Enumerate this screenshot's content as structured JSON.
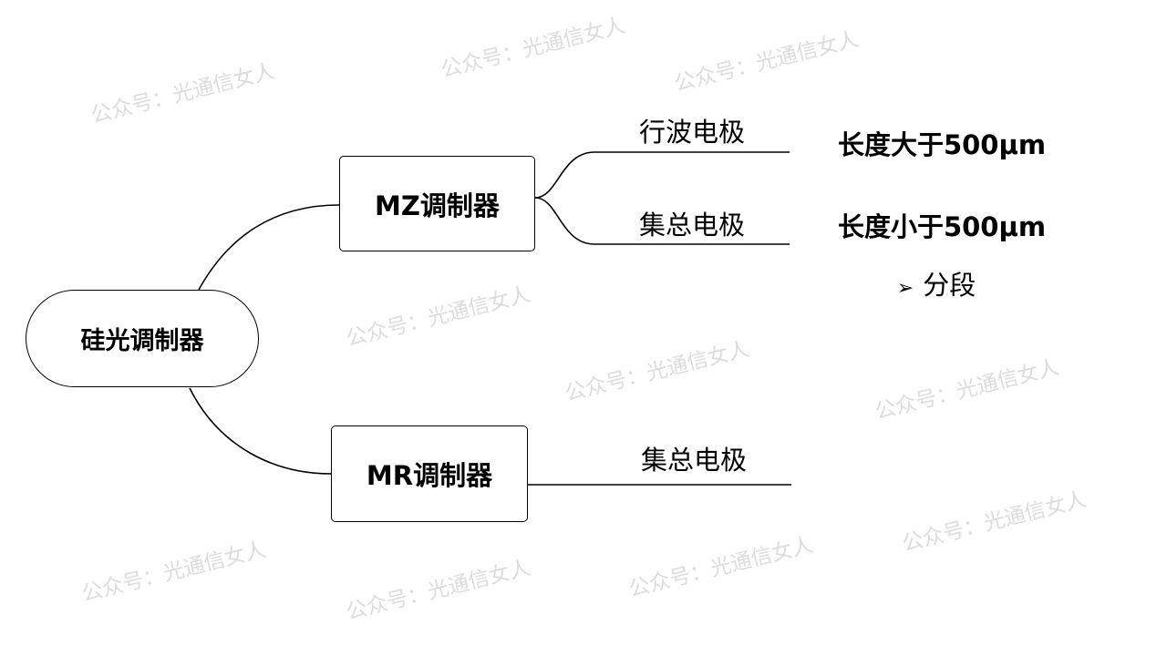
{
  "root": {
    "label": "硅光调制器"
  },
  "branches": [
    {
      "label": "MZ调制器",
      "children": [
        {
          "label": "行波电极",
          "note": "长度大于500μm"
        },
        {
          "label": "集总电极",
          "note": "长度小于500μm",
          "bullet": "➢",
          "sub": "分段"
        }
      ]
    },
    {
      "label": "MR调制器",
      "children": [
        {
          "label": "集总电极"
        }
      ]
    }
  ],
  "watermark": "公众号：光通信女人"
}
